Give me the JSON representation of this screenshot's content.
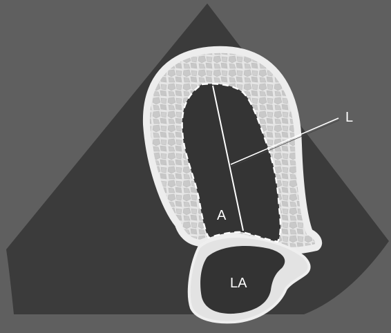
{
  "labels": {
    "cavity": "A",
    "length": "L",
    "atrium": "LA"
  },
  "colors": {
    "background": "#5f5f5f",
    "sector": "#3b3b3b",
    "myocardium": "#e4e4e4",
    "cells": "#c6c6c6",
    "cavity": "#353535",
    "lines": "#ffffff"
  }
}
